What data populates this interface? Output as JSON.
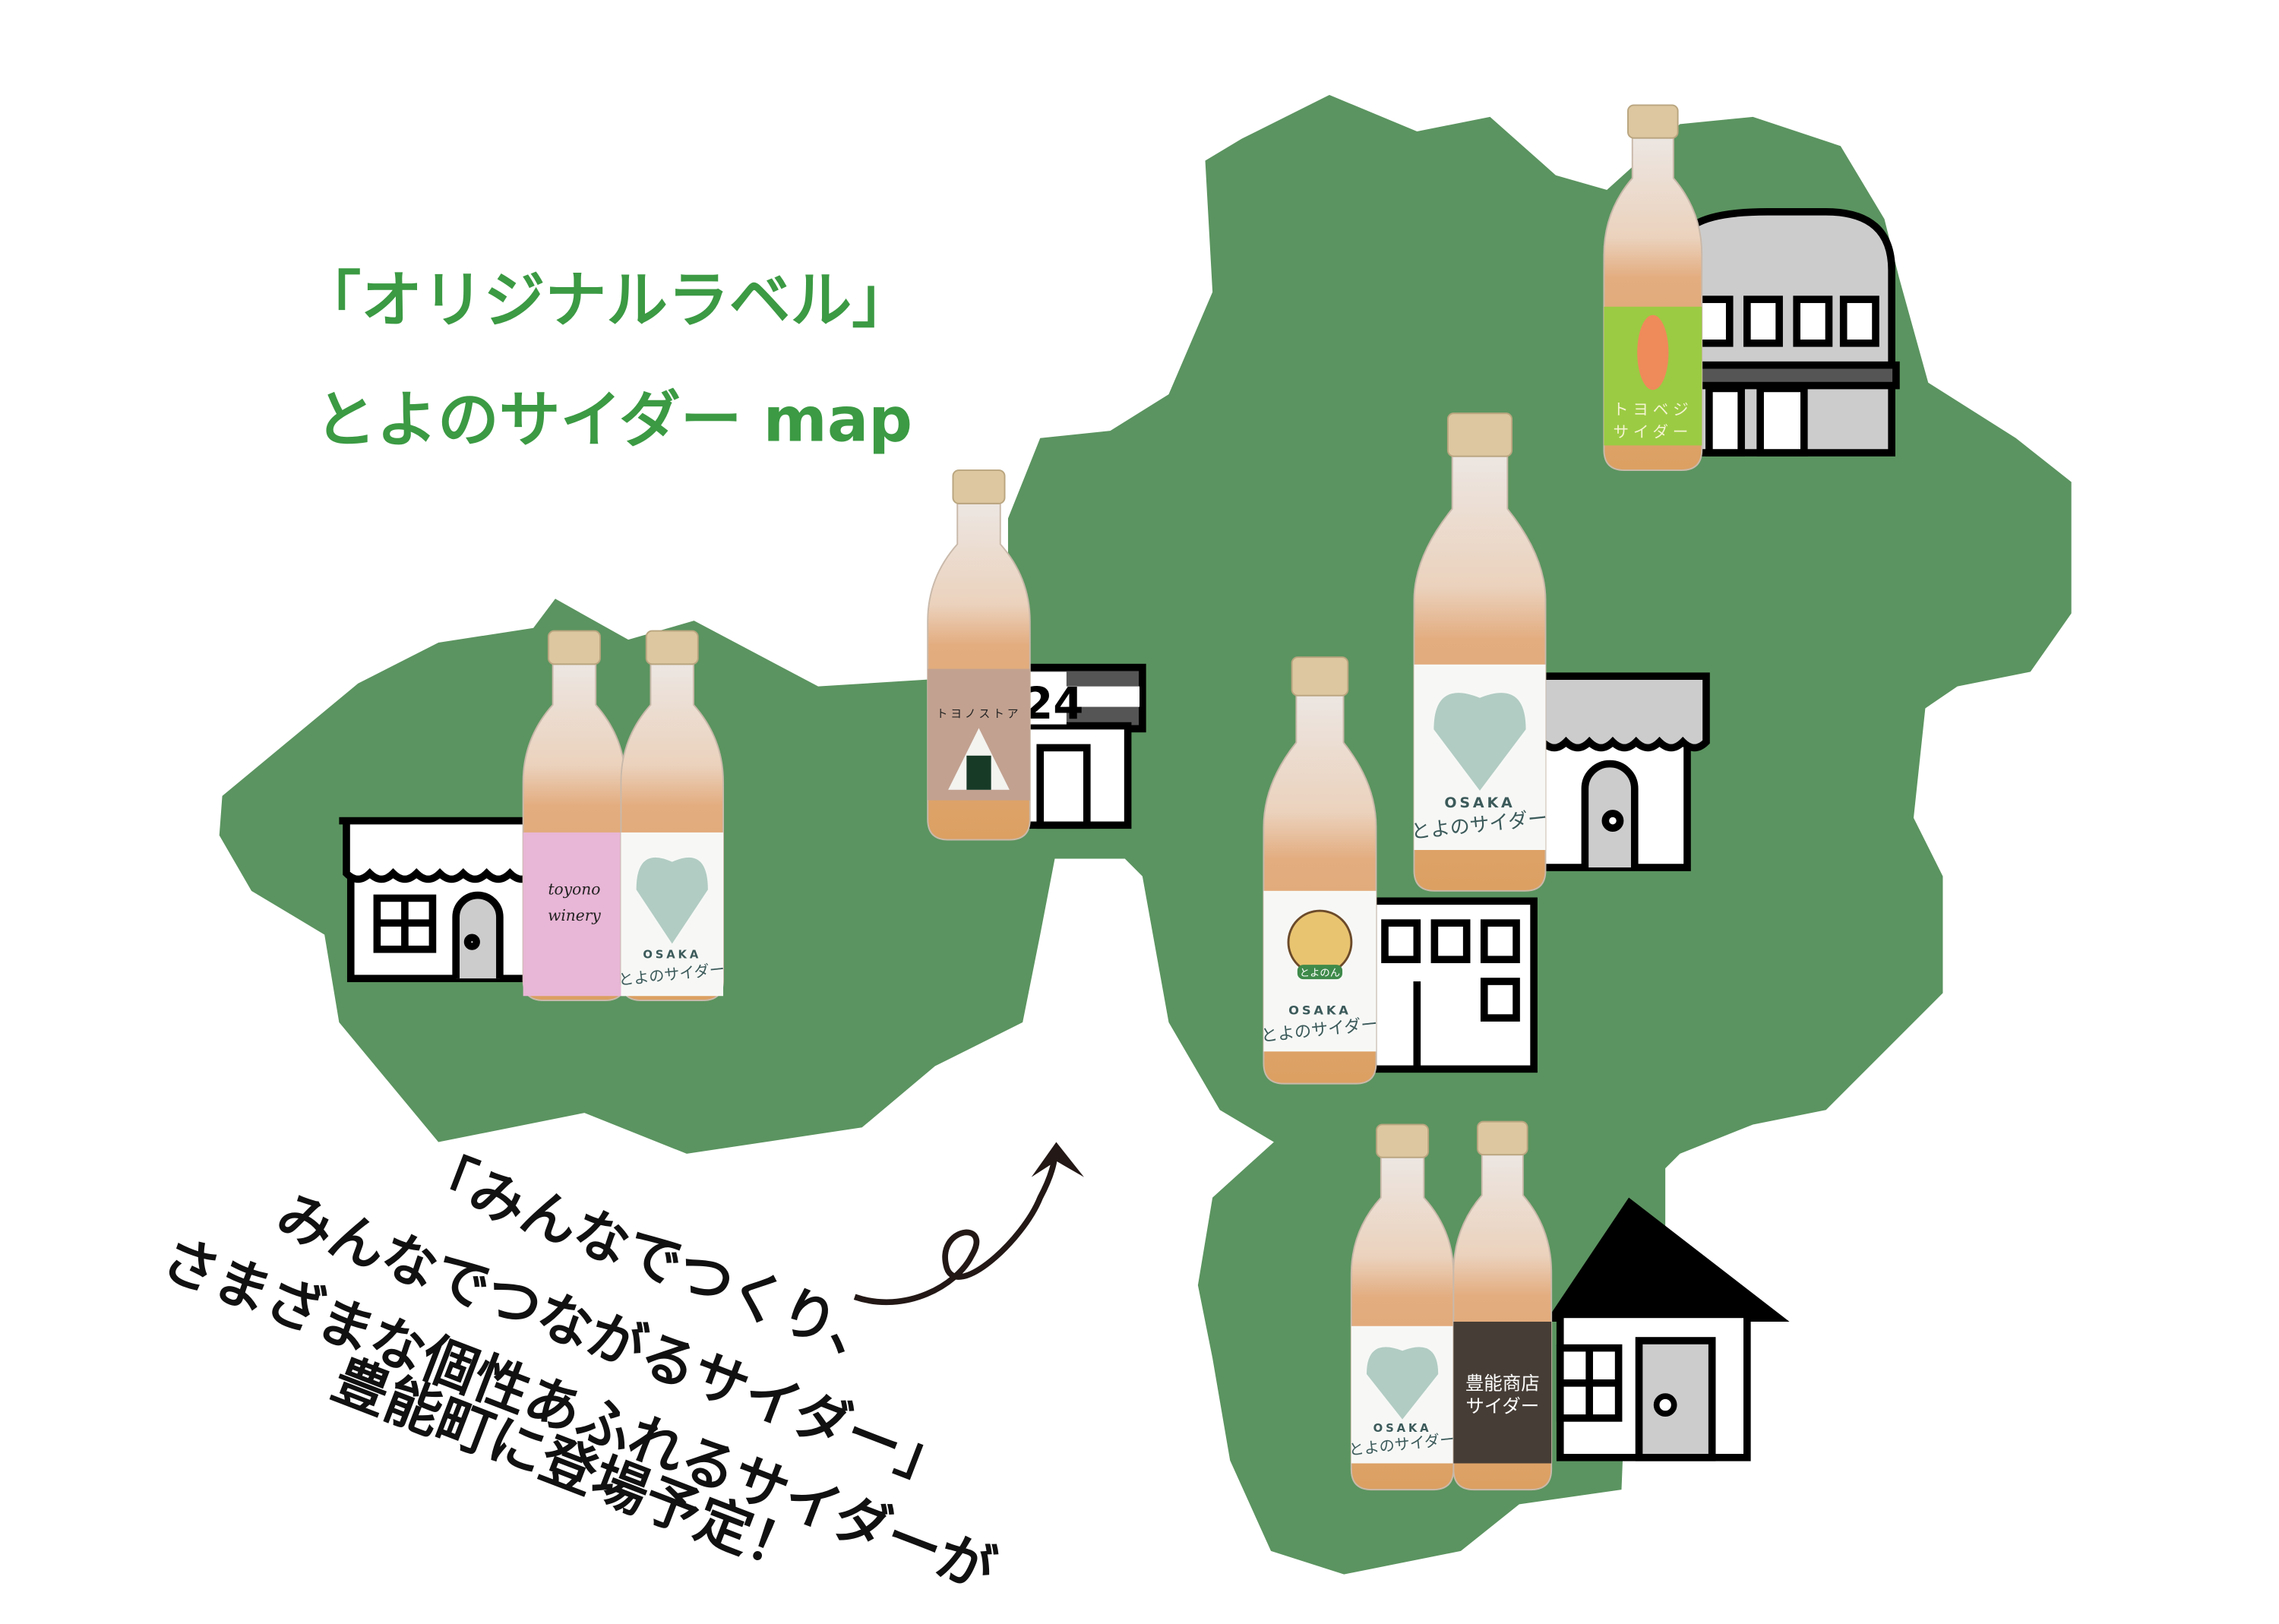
{
  "title": {
    "line1": "「オリジナルラベル」",
    "line2": "とよのサイダー map"
  },
  "slogan": {
    "line1": "「みんなでつくり、",
    "line2": "みんなでつながるサイダー」",
    "line3": "さまざまな個性あふれるサイダーが",
    "line4": "豊能町に登場予定！"
  },
  "store_sign": "24",
  "colors": {
    "map_green": "#5b9460",
    "title_green": "#3b9a43",
    "cider": "#e0a673"
  },
  "bottles": [
    {
      "id": "toyono-winery",
      "label_color": "#e8b6d6",
      "text": [
        "toyono",
        "winery"
      ],
      "text_color": "#222"
    },
    {
      "id": "osaka-toyono-cider-1",
      "label_color": "#f7f8f6",
      "brand": "OSAKA",
      "text": [
        "とよのサイダー"
      ],
      "text_color": "#3c5a5a"
    },
    {
      "id": "toyono-store",
      "label_color": "#c2a190",
      "text": [
        "トヨノストア"
      ],
      "text_color": "#222",
      "icon": "onigiri-icon"
    },
    {
      "id": "toyoveggie-cider",
      "label_color": "#9bcb43",
      "text": [
        "トヨベジ",
        "サイダー"
      ],
      "text_color": "#f4f4d0",
      "icon": "carrot-icon"
    },
    {
      "id": "osaka-toyono-cider-2",
      "label_color": "#f7f8f6",
      "brand": "OSAKA",
      "text": [
        "とよのサイダー"
      ],
      "text_color": "#3c5a5a"
    },
    {
      "id": "toyonon-cider",
      "label_color": "#f7f8f6",
      "brand": "OSAKA",
      "text": [
        "とよのサイダー"
      ],
      "text_color": "#3c5a5a",
      "badge": "とよのん",
      "icon": "toyonon-mascot-icon"
    },
    {
      "id": "osaka-toyono-cider-3",
      "label_color": "#f7f8f6",
      "brand": "OSAKA",
      "text": [
        "とよのサイダー"
      ],
      "text_color": "#3c5a5a"
    },
    {
      "id": "toyono-shoten-cider",
      "label_color": "#463d36",
      "text": [
        "豊能商店",
        "サイダー"
      ],
      "text_color": "#fff"
    }
  ]
}
